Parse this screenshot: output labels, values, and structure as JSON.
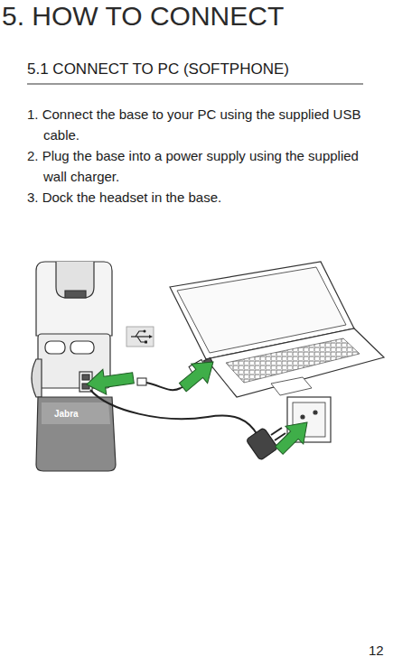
{
  "diagram": {
    "title": "5. HOW TO CONNECT",
    "nodes": [
      {
        "text": [
          "Jabra"
        ]
      }
    ],
    "labels": [
      "5.1 CONNECT TO PC (SOFTPHONE)",
      "1. Connect the base to your PC using the supplied USB cable.",
      "2. Plug the base into a power supply using the supplied wall charger.",
      "3. Dock the headset in the base.",
      "12"
    ]
  }
}
